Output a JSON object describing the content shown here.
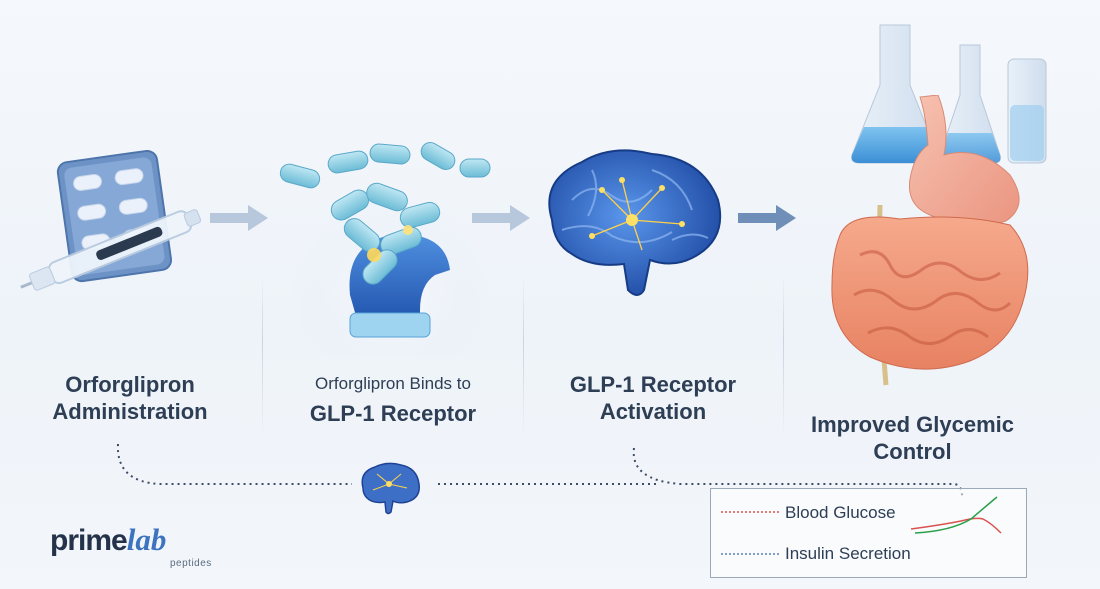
{
  "steps": [
    {
      "id": "administration",
      "line1": "Orforglipron",
      "line2": "Administration",
      "icon": "pill-syringe-icon"
    },
    {
      "id": "binding",
      "line1": "Orforglipron Binds to",
      "line2": "GLP-1 Receptor",
      "icon": "receptor-binding-icon"
    },
    {
      "id": "activation",
      "line1": "GLP-1 Receptor",
      "line2": "Activation",
      "icon": "brain-icon"
    },
    {
      "id": "outcome",
      "line1": "Improved Glycemic",
      "line2": "Control",
      "icon": "digestive-system-icon"
    }
  ],
  "legend": {
    "blood_glucose": "Blood Glucose",
    "insulin_secretion": "Insulin Secretion"
  },
  "logo": {
    "prime": "prime",
    "lab": "lab",
    "sub": "peptides"
  },
  "colors": {
    "accent_blue": "#3d74bf",
    "arrow": "#8fa6c2",
    "glucose_line": "#d9534f",
    "insulin_line": "#2aa04a"
  }
}
